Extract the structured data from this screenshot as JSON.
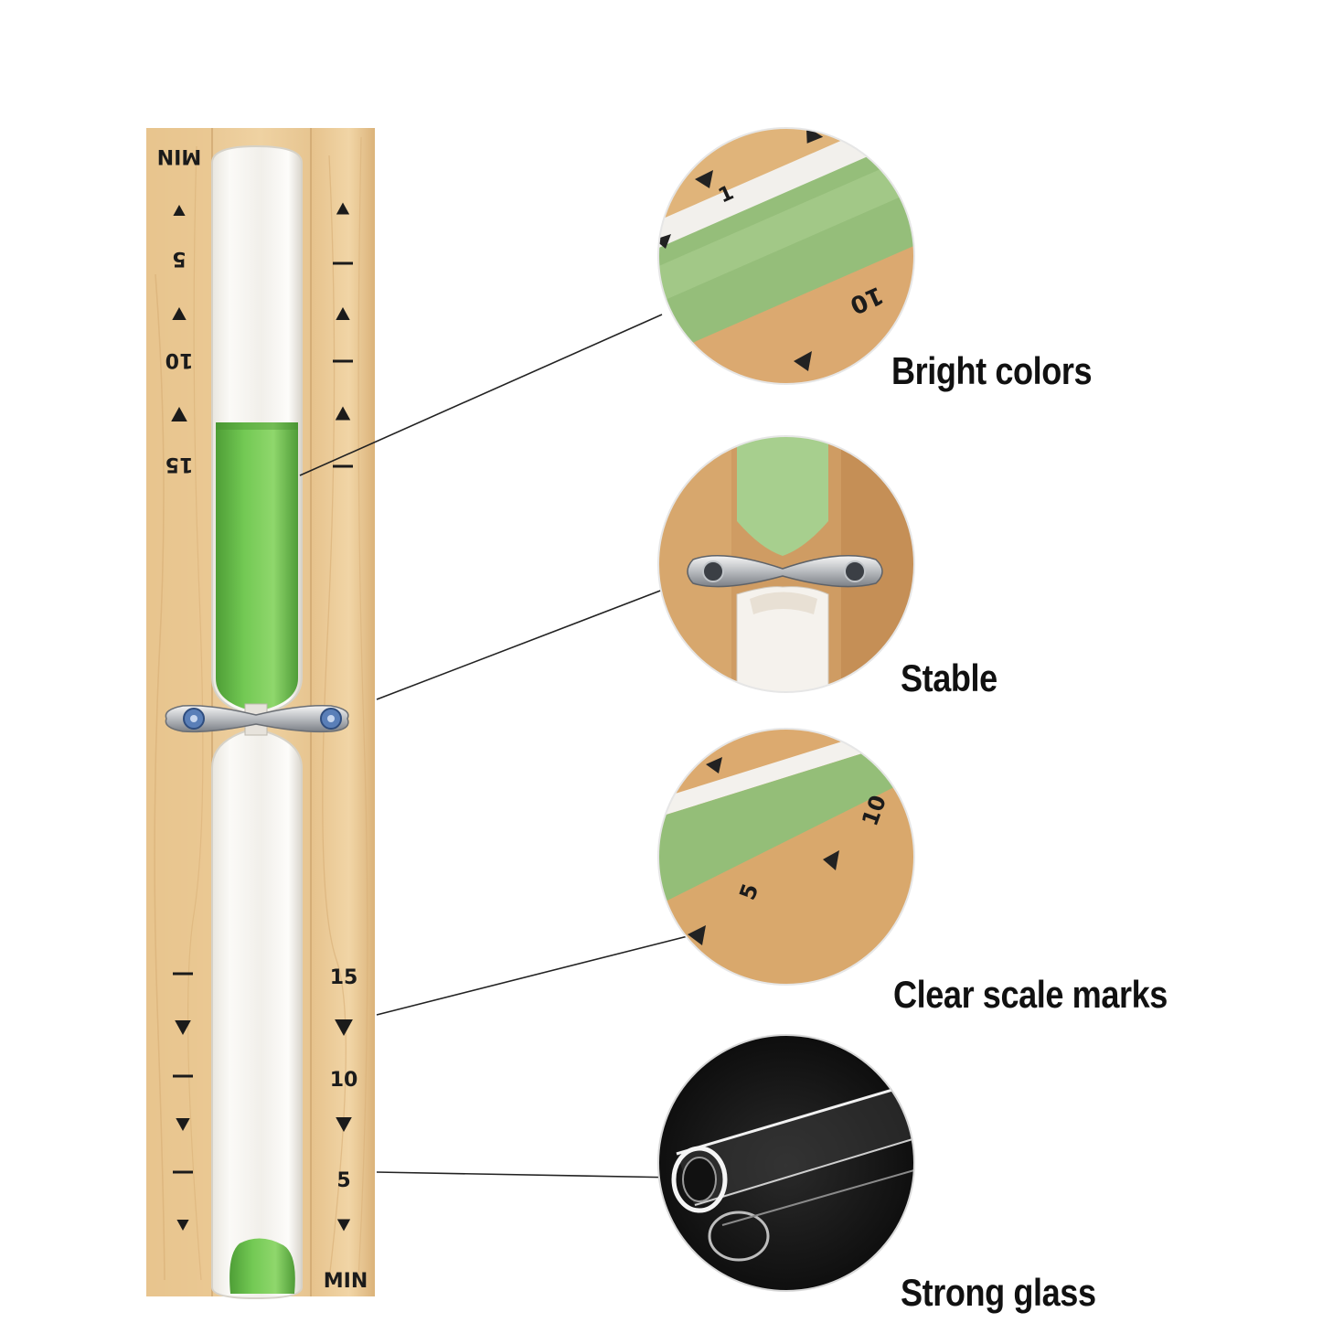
{
  "timer": {
    "unit_top": "MIN",
    "unit_bottom": "MIN",
    "left_scale": [
      "5",
      "10",
      "15"
    ],
    "right_scale": [
      "15",
      "10",
      "5"
    ],
    "sand_color": "#6cc54a",
    "wood_color": "#e8c48e"
  },
  "features": [
    {
      "label": "Bright colors",
      "icon": "green-sand-closeup"
    },
    {
      "label": "Stable",
      "icon": "metal-clamp-closeup"
    },
    {
      "label": "Clear scale marks",
      "icon": "scale-marks-closeup"
    },
    {
      "label": "Strong glass",
      "icon": "glass-tube-closeup"
    }
  ],
  "closeups": {
    "scale_numbers": [
      "1",
      "10",
      "10",
      "5"
    ]
  }
}
